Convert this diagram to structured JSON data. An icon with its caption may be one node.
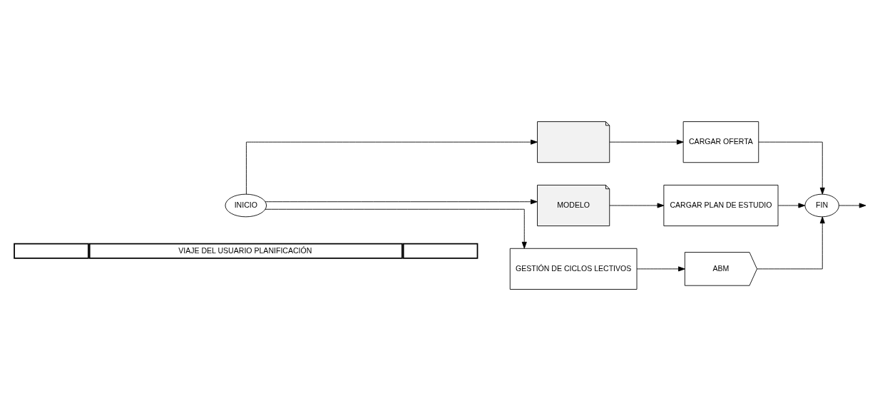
{
  "diagram": {
    "nodes": [
      {
        "text": [
          "VIAJE DEL USUARIO PLANIFICACIÓN"
        ]
      },
      {
        "text": [
          "INICIO"
        ]
      },
      {
        "text": [],
        "shape": "document"
      },
      {
        "text": [
          "CARGAR OFERTA"
        ]
      },
      {
        "text": [
          "MODELO"
        ]
      },
      {
        "text": [
          "CARGAR PLAN DE ESTUDIO"
        ]
      },
      {
        "text": [
          "GESTIÓN DE CICLOS LECTIVOS"
        ]
      },
      {
        "text": [
          "ABM"
        ]
      },
      {
        "text": [
          "FIN"
        ]
      }
    ],
    "edges": [
      {
        "from": 1,
        "to": 2,
        "arrow": "to"
      },
      {
        "from": 1,
        "to": 4,
        "arrow": "to"
      },
      {
        "from": 1,
        "to": 6,
        "arrow": "to"
      },
      {
        "from": 2,
        "to": 3,
        "arrow": "to"
      },
      {
        "from": 4,
        "to": 5,
        "arrow": "to"
      },
      {
        "from": 3,
        "to": 8,
        "arrow": "to"
      },
      {
        "from": 5,
        "to": 8,
        "arrow": "to"
      },
      {
        "from": 6,
        "to": 7,
        "arrow": "to"
      },
      {
        "from": 7,
        "to": 8,
        "arrow": "to"
      },
      {
        "from": 8,
        "to": null,
        "arrow": "to"
      }
    ]
  }
}
